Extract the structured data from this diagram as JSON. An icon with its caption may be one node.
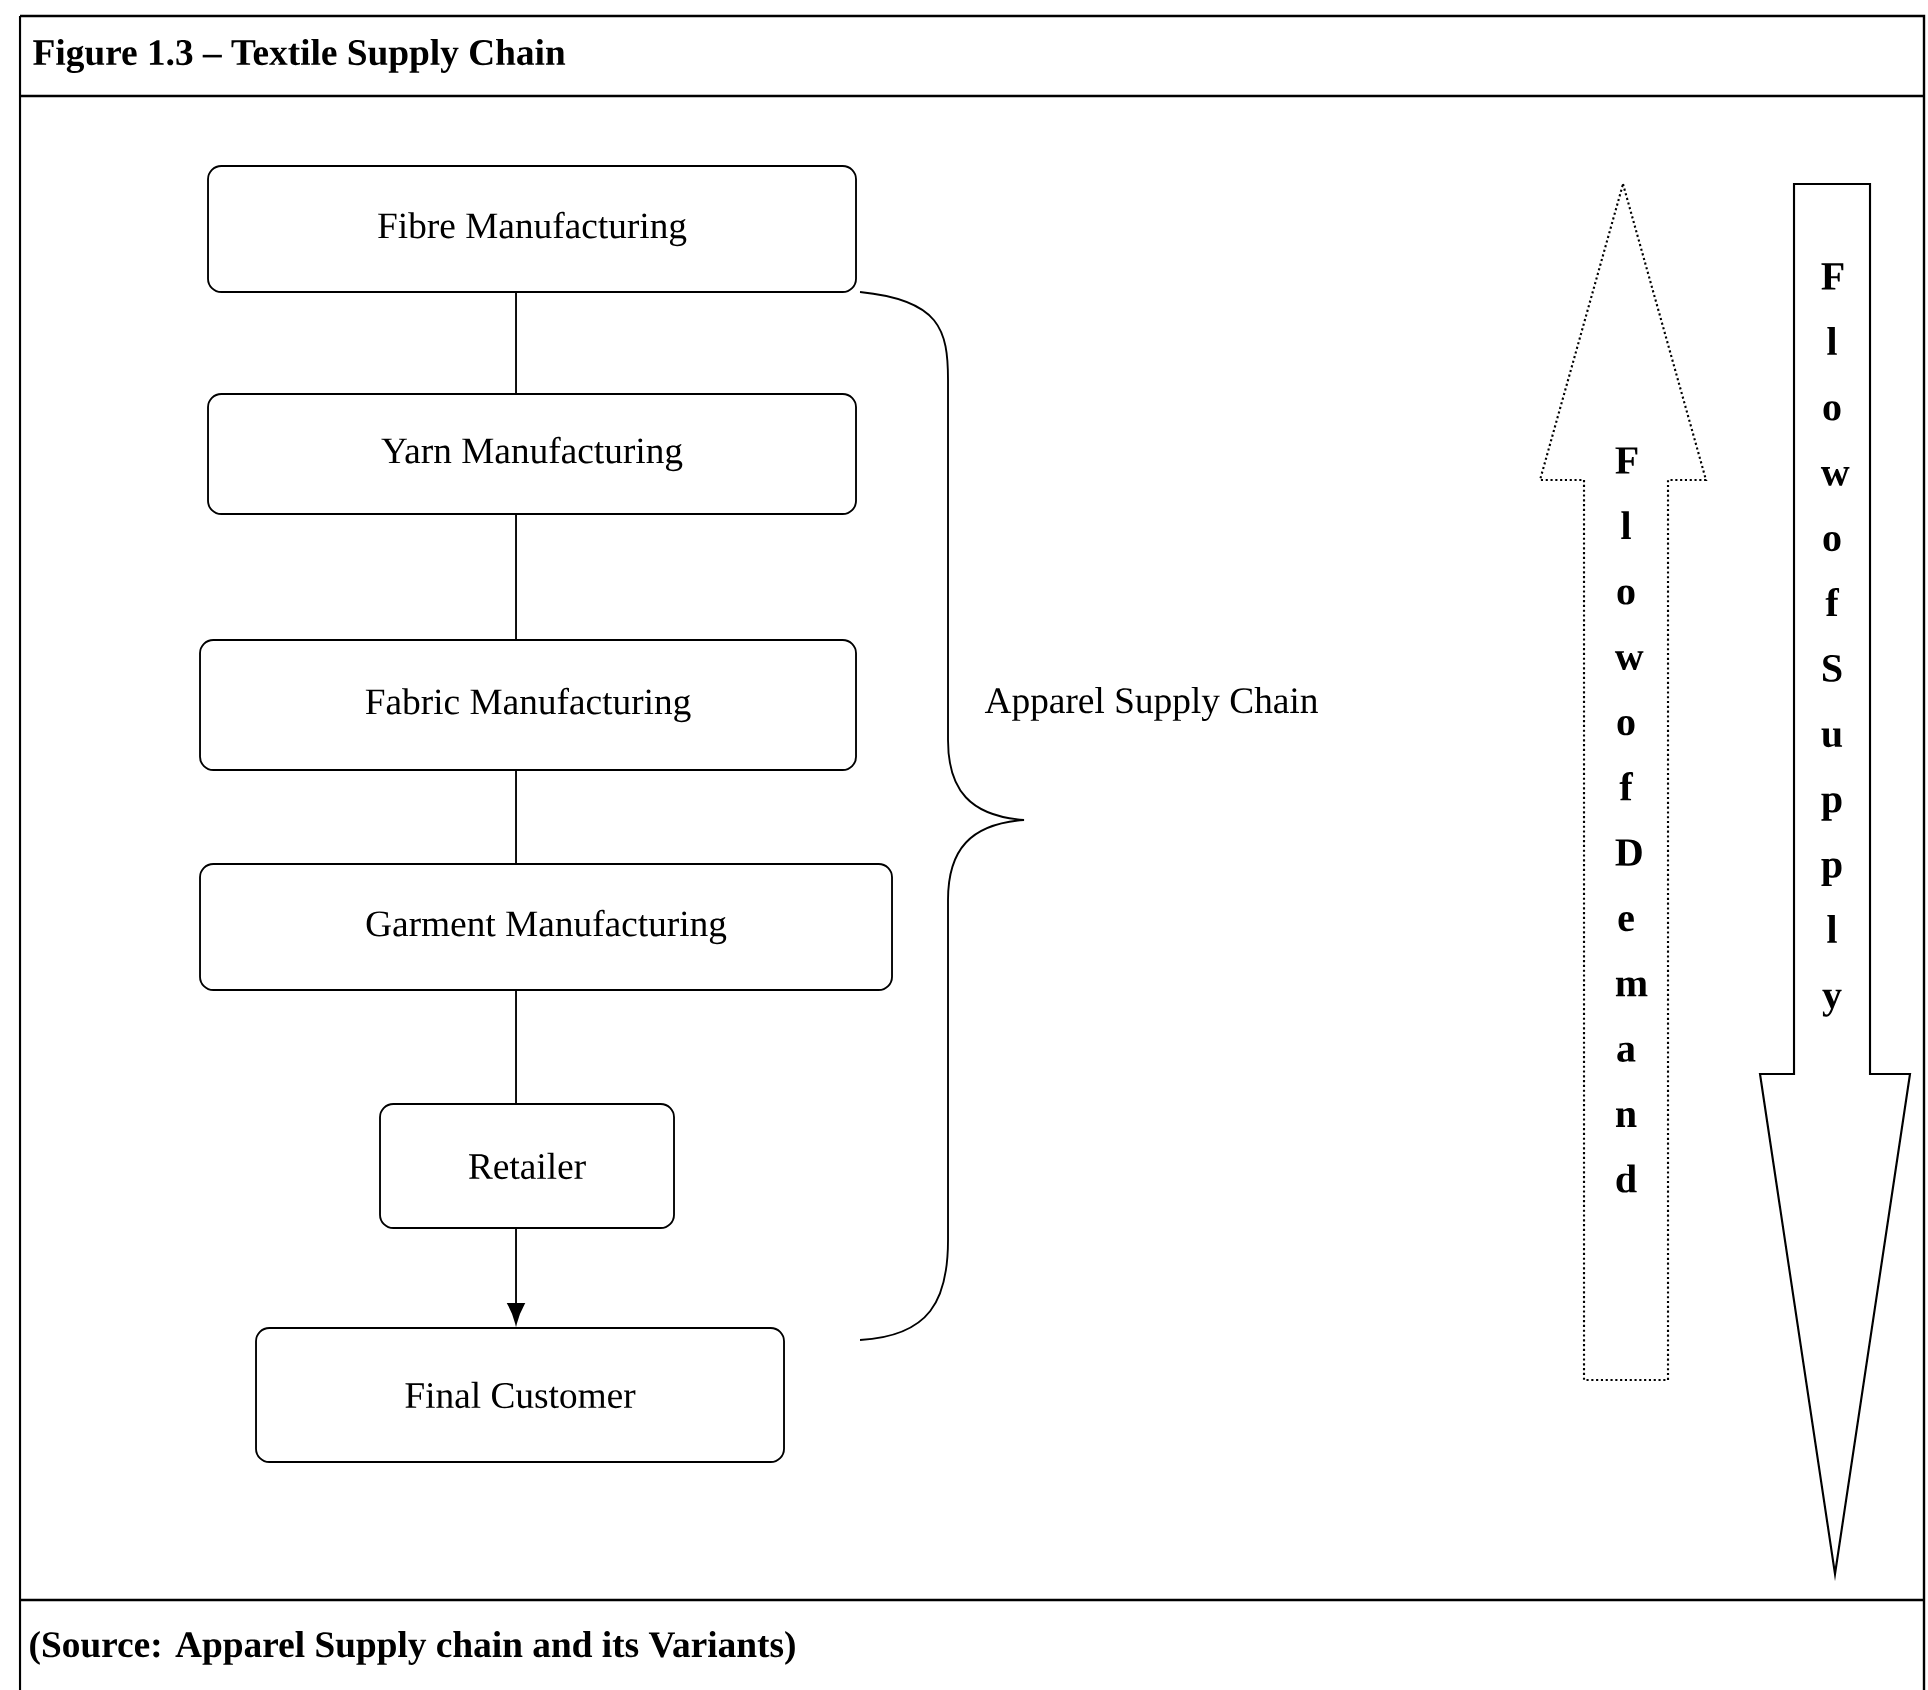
{
  "diagram": {
    "title": "Figure 1.3 – Textile Supply Chain",
    "caption": "(Source: Apparel Supply chain and its Variants)",
    "nodes": [
      {
        "text": [
          "Fibre Manufacturing"
        ]
      },
      {
        "text": [
          "Yarn Manufacturing"
        ]
      },
      {
        "text": [
          "Fabric Manufacturing"
        ]
      },
      {
        "text": [
          "Garment Manufacturing"
        ]
      },
      {
        "text": [
          "Retailer"
        ]
      },
      {
        "text": [
          "Final Customer"
        ]
      },
      {
        "text": [
          "Flow of Demand"
        ]
      },
      {
        "text": [
          "Flow of Supply"
        ]
      }
    ],
    "edges": [
      {
        "from": 0,
        "to": 1,
        "arrow": "none"
      },
      {
        "from": 1,
        "to": 2,
        "arrow": "none"
      },
      {
        "from": 2,
        "to": 3,
        "arrow": "none"
      },
      {
        "from": 3,
        "to": 4,
        "arrow": "none"
      },
      {
        "from": 4,
        "to": 5,
        "arrow": "to"
      }
    ],
    "labels": [
      "Apparel Supply Chain"
    ]
  }
}
